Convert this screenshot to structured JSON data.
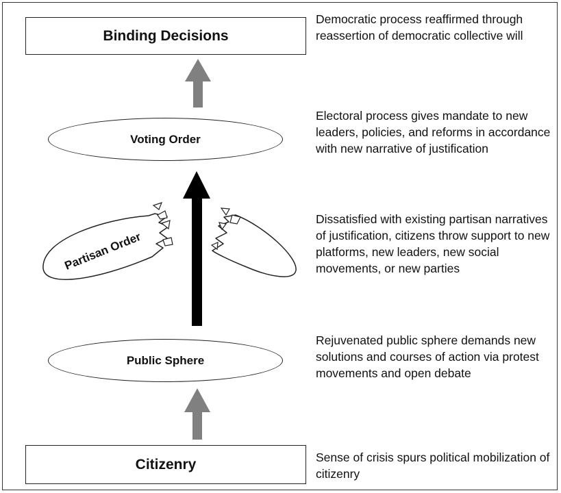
{
  "nodes": {
    "binding_decisions": "Binding Decisions",
    "voting_order": "Voting Order",
    "partisan_order": "Partisan Order",
    "public_sphere": "Public Sphere",
    "citizenry": "Citizenry"
  },
  "descriptions": {
    "binding_decisions": "Democratic process reaffirmed through reassertion of democratic collective will",
    "voting_order": "Electoral process gives mandate to new leaders, policies, and reforms in accordance with new narrative of justification",
    "partisan_order": "Dissatisfied with existing partisan narratives of justification, citizens throw support to new platforms, new leaders, new social movements, or new parties",
    "public_sphere": "Rejuvenated public sphere demands new solutions and courses of action via protest movements and open debate",
    "citizenry": "Sense of crisis spurs political mobilization of citizenry"
  },
  "colors": {
    "gray_arrow": "#808080",
    "black_arrow": "#000000",
    "stroke": "#222222"
  }
}
